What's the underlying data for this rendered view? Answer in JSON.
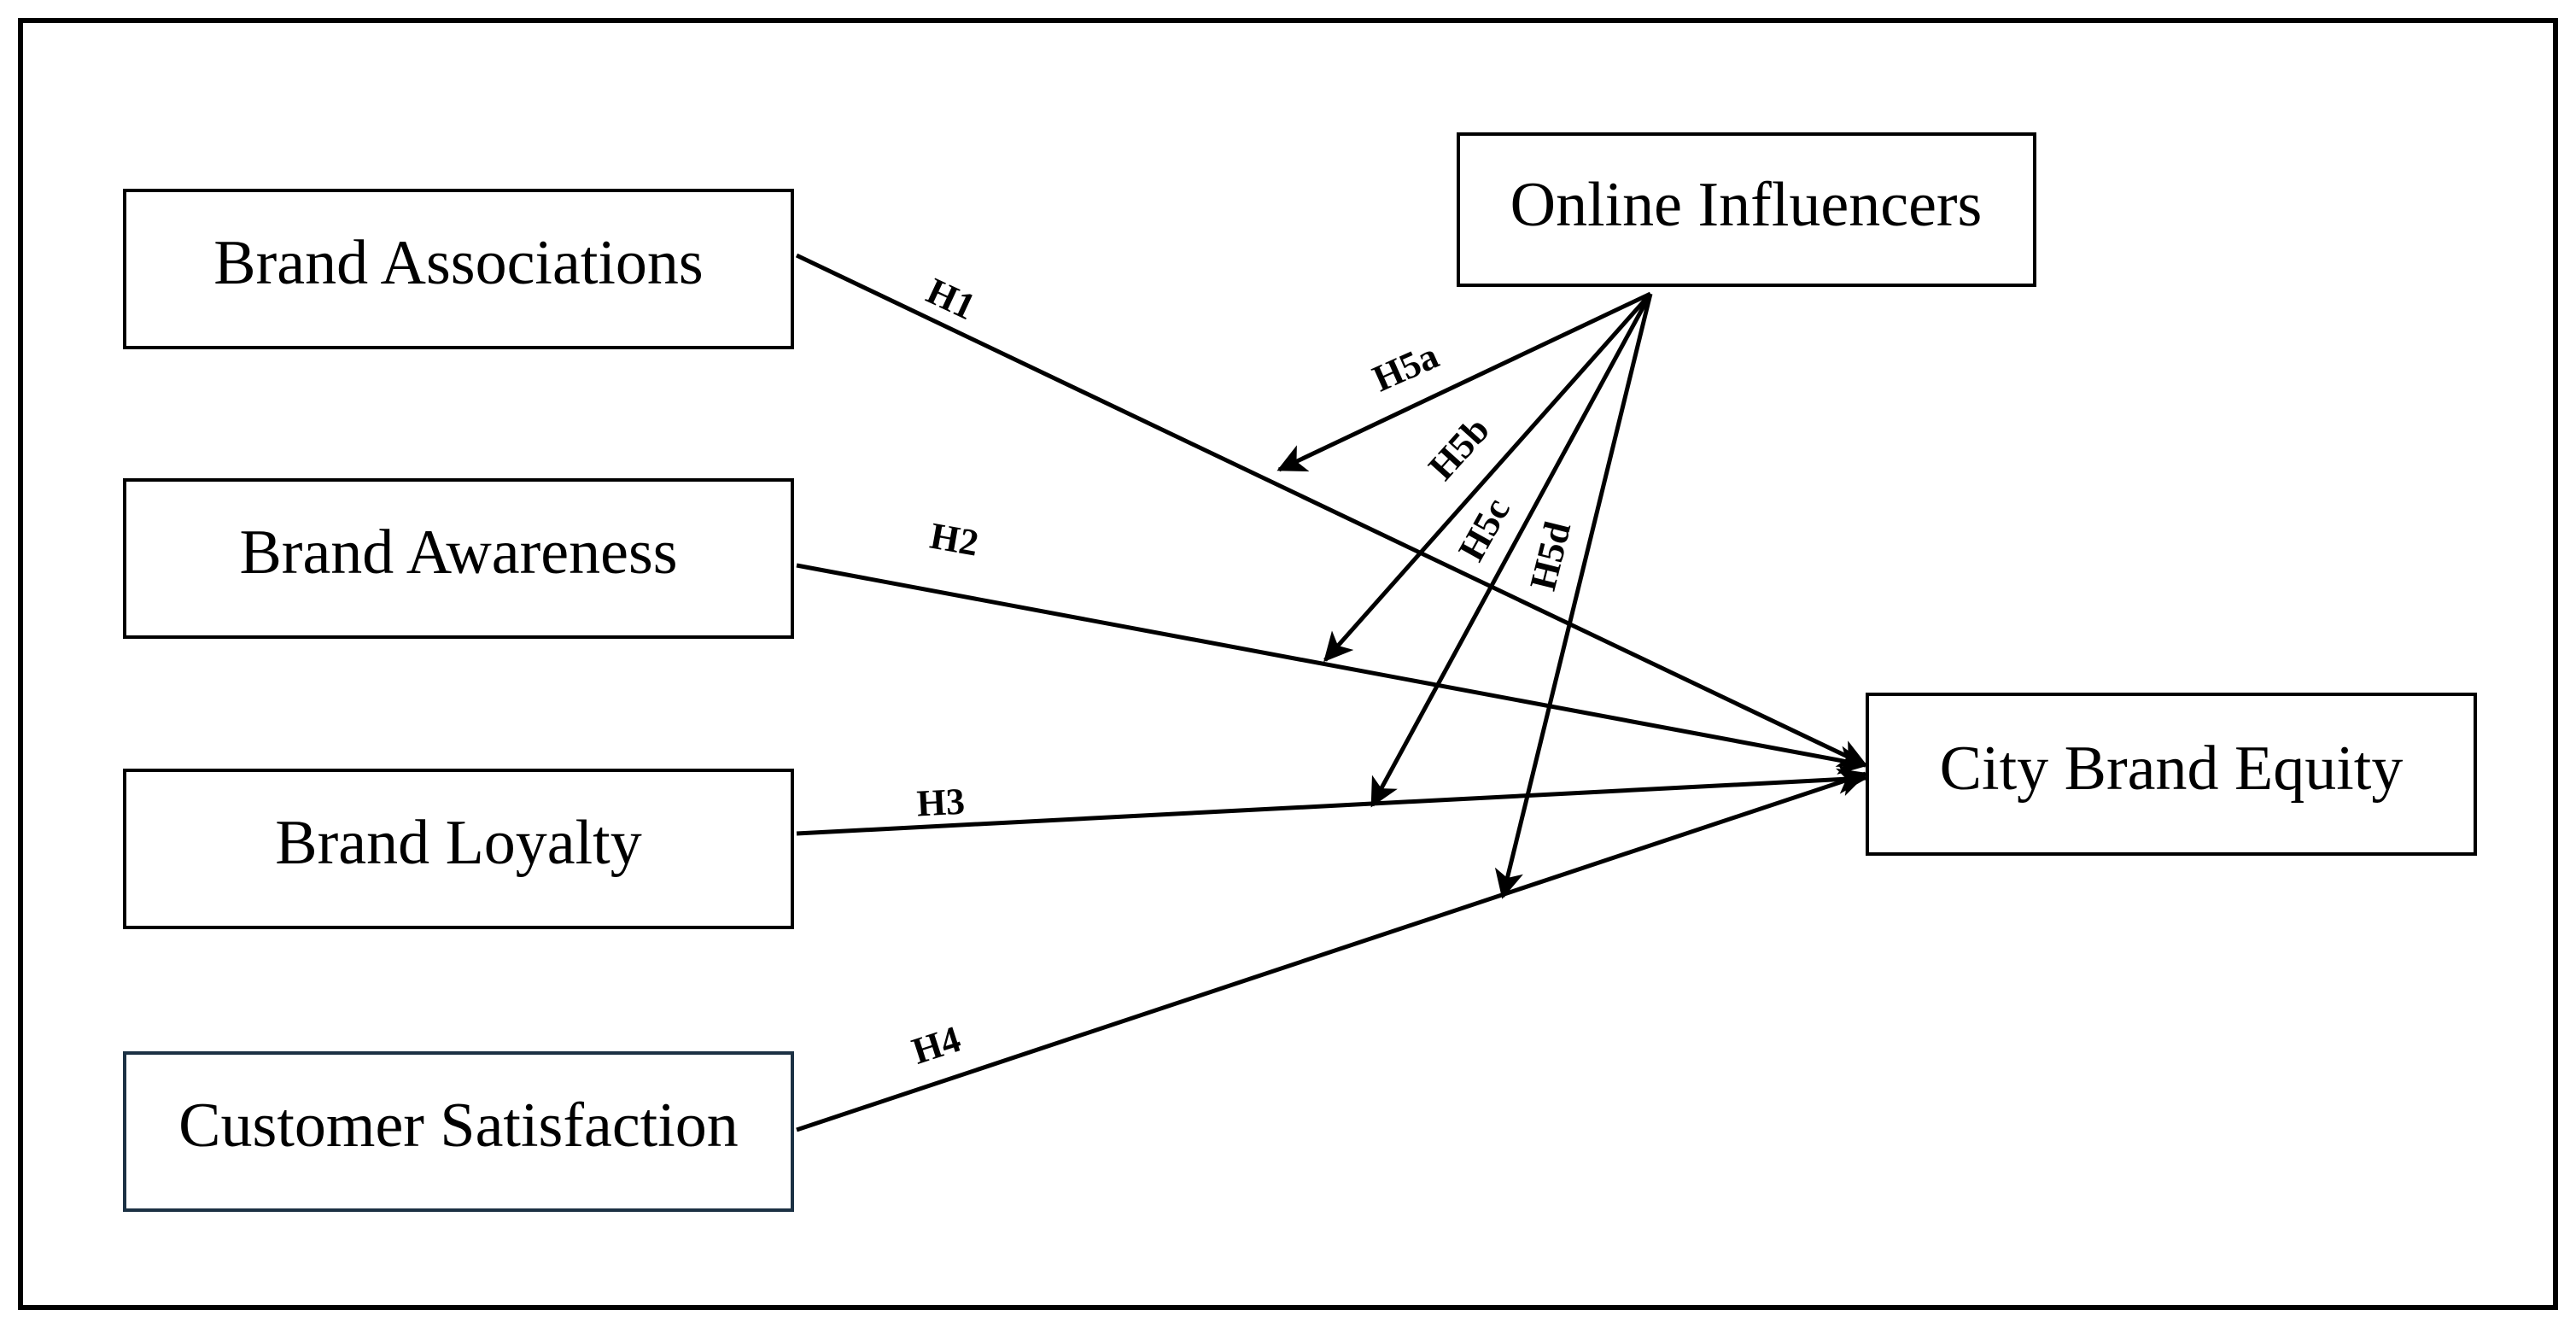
{
  "diagram": {
    "nodes": {
      "brand_associations": "Brand Associations",
      "brand_awareness": "Brand Awareness",
      "brand_loyalty": "Brand Loyalty",
      "customer_satisfaction": "Customer Satisfaction",
      "online_influencers": "Online Influencers",
      "city_brand_equity": "City Brand Equity"
    },
    "hypotheses": {
      "h1": "H1",
      "h2": "H2",
      "h3": "H3",
      "h4": "H4",
      "h5a": "H5a",
      "h5b": "H5b",
      "h5c": "H5c",
      "h5d": "H5d"
    },
    "colors": {
      "line": "#000000",
      "satisfaction_border": "#1c3144"
    }
  }
}
